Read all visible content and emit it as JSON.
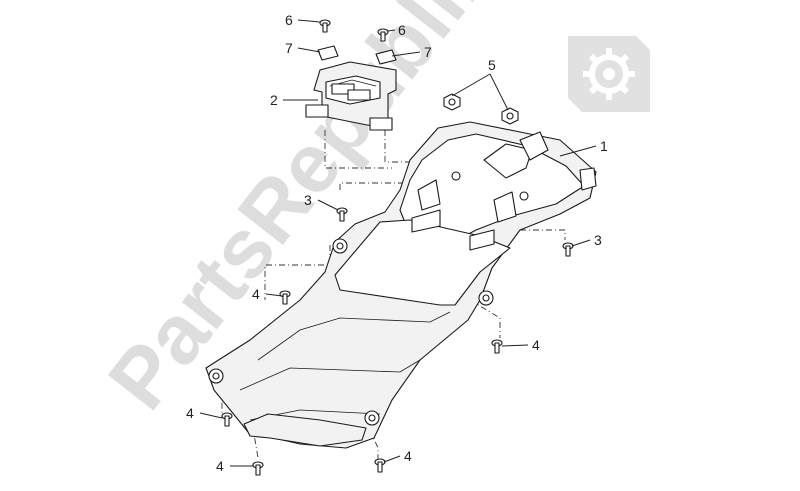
{
  "watermark": {
    "text": "PartsRepublik",
    "icon": "gear-icon"
  },
  "callouts": [
    {
      "id": "c1",
      "label": "1"
    },
    {
      "id": "c2",
      "label": "2"
    },
    {
      "id": "c3a",
      "label": "3"
    },
    {
      "id": "c3b",
      "label": "3"
    },
    {
      "id": "c4a",
      "label": "4"
    },
    {
      "id": "c4b",
      "label": "4"
    },
    {
      "id": "c4c",
      "label": "4"
    },
    {
      "id": "c4d",
      "label": "4"
    },
    {
      "id": "c4e",
      "label": "4"
    },
    {
      "id": "c5",
      "label": "5"
    },
    {
      "id": "c6a",
      "label": "6"
    },
    {
      "id": "c6b",
      "label": "6"
    },
    {
      "id": "c7a",
      "label": "7"
    },
    {
      "id": "c7b",
      "label": "7"
    }
  ]
}
